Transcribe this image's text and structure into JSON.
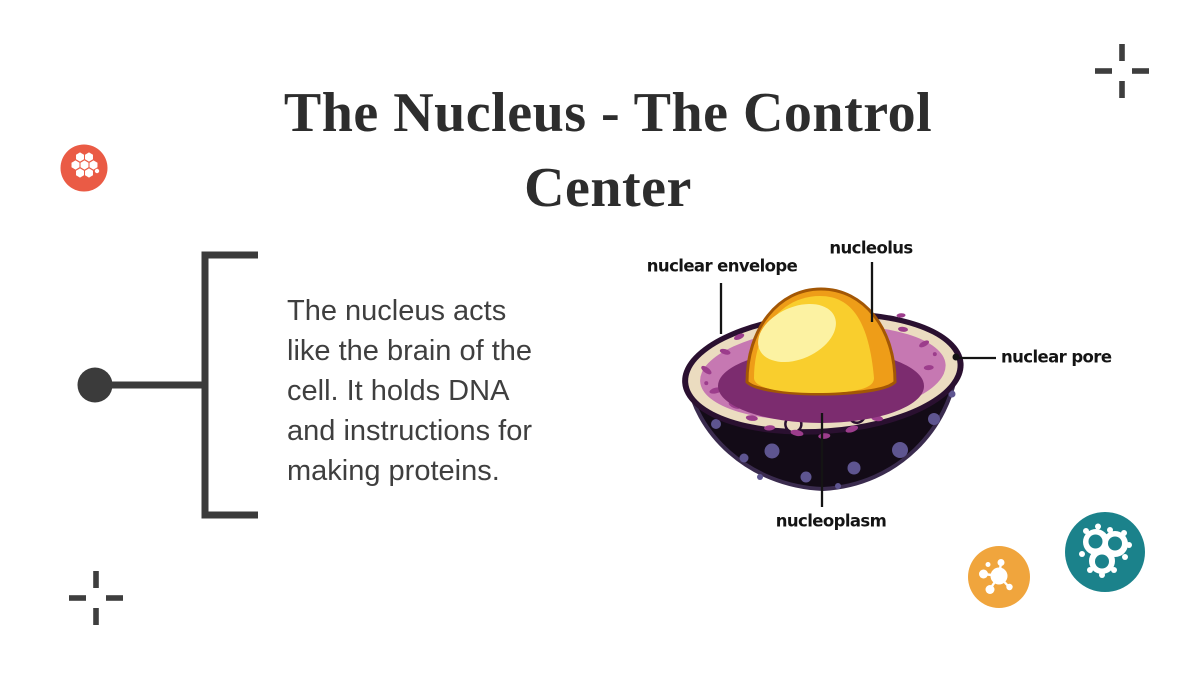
{
  "slide": {
    "title": "The Nucleus - The Control Center",
    "body_text": "The nucleus acts like the brain of the cell. It holds DNA and instructions for making proteins."
  },
  "diagram": {
    "name": "nucleus cross-section illustration",
    "labels": {
      "nuclear_envelope": "nuclear envelope",
      "nucleolus": "nucleolus",
      "nuclear_pore": "nuclear pore",
      "nucleoplasm": "nucleoplasm"
    }
  },
  "icons": {
    "top_left": "hexagon-cluster-molecule-icon",
    "bottom_orange": "virus-molecule-icon",
    "bottom_teal": "molecule-rings-icon",
    "decorative_marks": "crosshair-plus-icon"
  },
  "colors": {
    "title_text": "#2d2d2d",
    "body_text": "#3f3f3f",
    "line": "#3b3b3b",
    "cross": "#3e3e3e",
    "label": "#141414",
    "red": "#ea5b45",
    "orange": "#f0a53d",
    "teal": "#1b828b",
    "pink": "#c678b2",
    "speckle": "#9c3d8c",
    "cream": "#ebdcc0",
    "outline": "#2a1030",
    "hemi": "#130b17",
    "hemi_stroke": "#3a2b4e",
    "dot": "#5e5590",
    "ring": "#7c2c6f",
    "dome": "#ee9d18",
    "dome_stroke": "#a35705",
    "yellow": "#f9ce2d",
    "highlight": "#fcf2a2"
  }
}
